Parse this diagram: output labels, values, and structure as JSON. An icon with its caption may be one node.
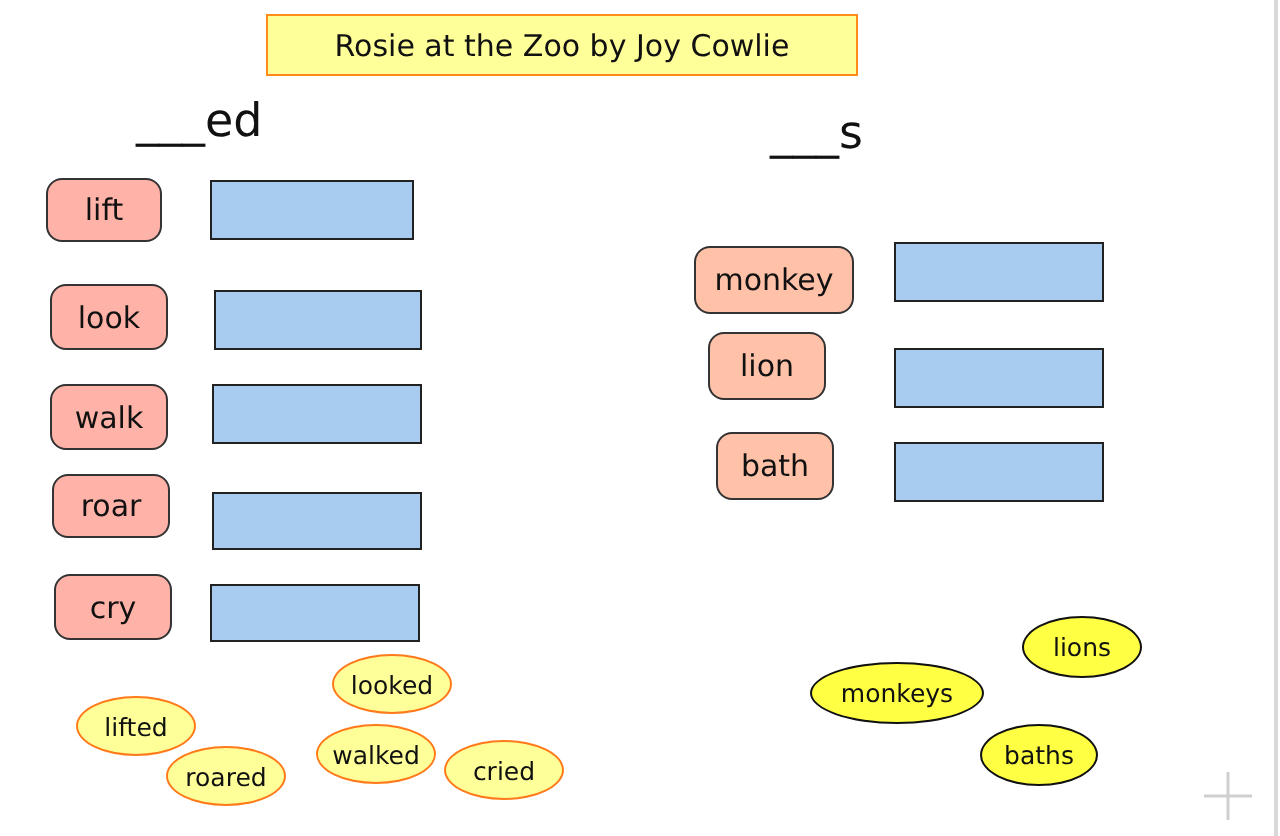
{
  "diagram": {
    "title": "Rosie at the Zoo by Joy Cowlie",
    "nodes": [
      {
        "text": [
          "lift"
        ]
      },
      {
        "text": [],
        "shape": "box"
      },
      {
        "text": [
          "look"
        ]
      },
      {
        "text": [],
        "shape": "box"
      },
      {
        "text": [
          "walk"
        ]
      },
      {
        "text": [],
        "shape": "box"
      },
      {
        "text": [
          "roar"
        ]
      },
      {
        "text": [],
        "shape": "box"
      },
      {
        "text": [
          "cry"
        ]
      },
      {
        "text": [],
        "shape": "box"
      },
      {
        "text": [
          "monkey"
        ]
      },
      {
        "text": [],
        "shape": "box"
      },
      {
        "text": [
          "lion"
        ]
      },
      {
        "text": [],
        "shape": "box"
      },
      {
        "text": [
          "bath"
        ]
      },
      {
        "text": [],
        "shape": "box"
      },
      {
        "text": [
          "looked"
        ]
      },
      {
        "text": [
          "lifted"
        ]
      },
      {
        "text": [
          "walked"
        ]
      },
      {
        "text": [
          "roared"
        ]
      },
      {
        "text": [
          "cried"
        ]
      },
      {
        "text": [
          "lions"
        ]
      },
      {
        "text": [
          "monkeys"
        ]
      },
      {
        "text": [
          "baths"
        ]
      }
    ],
    "edges": [],
    "labels": [
      "___ed",
      "___s"
    ]
  }
}
